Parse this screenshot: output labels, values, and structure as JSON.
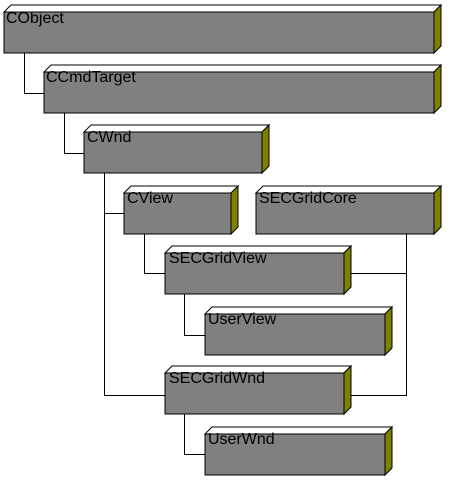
{
  "diagram": {
    "colors": {
      "face": "#808080",
      "top": "#ffffff",
      "side": "#808000",
      "outline": "#000000",
      "connector": "#000000",
      "background": "#ffffff"
    },
    "nodes": {
      "cobject": {
        "label": "CObject"
      },
      "ccmdtarget": {
        "label": "CCmdTarget"
      },
      "cwnd": {
        "label": "CWnd"
      },
      "cview": {
        "label": "CView"
      },
      "secgridcore": {
        "label": "SECGridCore"
      },
      "secgridview": {
        "label": "SECGridView"
      },
      "userview": {
        "label": "UserView"
      },
      "secgridwnd": {
        "label": "SECGridWnd"
      },
      "userwnd": {
        "label": "UserWnd"
      }
    },
    "edges": [
      [
        "cobject",
        "ccmdtarget"
      ],
      [
        "ccmdtarget",
        "cwnd"
      ],
      [
        "cwnd",
        "cview"
      ],
      [
        "cwnd",
        "secgridwnd"
      ],
      [
        "cview",
        "secgridview"
      ],
      [
        "secgridcore",
        "secgridview"
      ],
      [
        "secgridcore",
        "secgridwnd"
      ],
      [
        "secgridview",
        "userview"
      ],
      [
        "secgridwnd",
        "userwnd"
      ]
    ]
  }
}
